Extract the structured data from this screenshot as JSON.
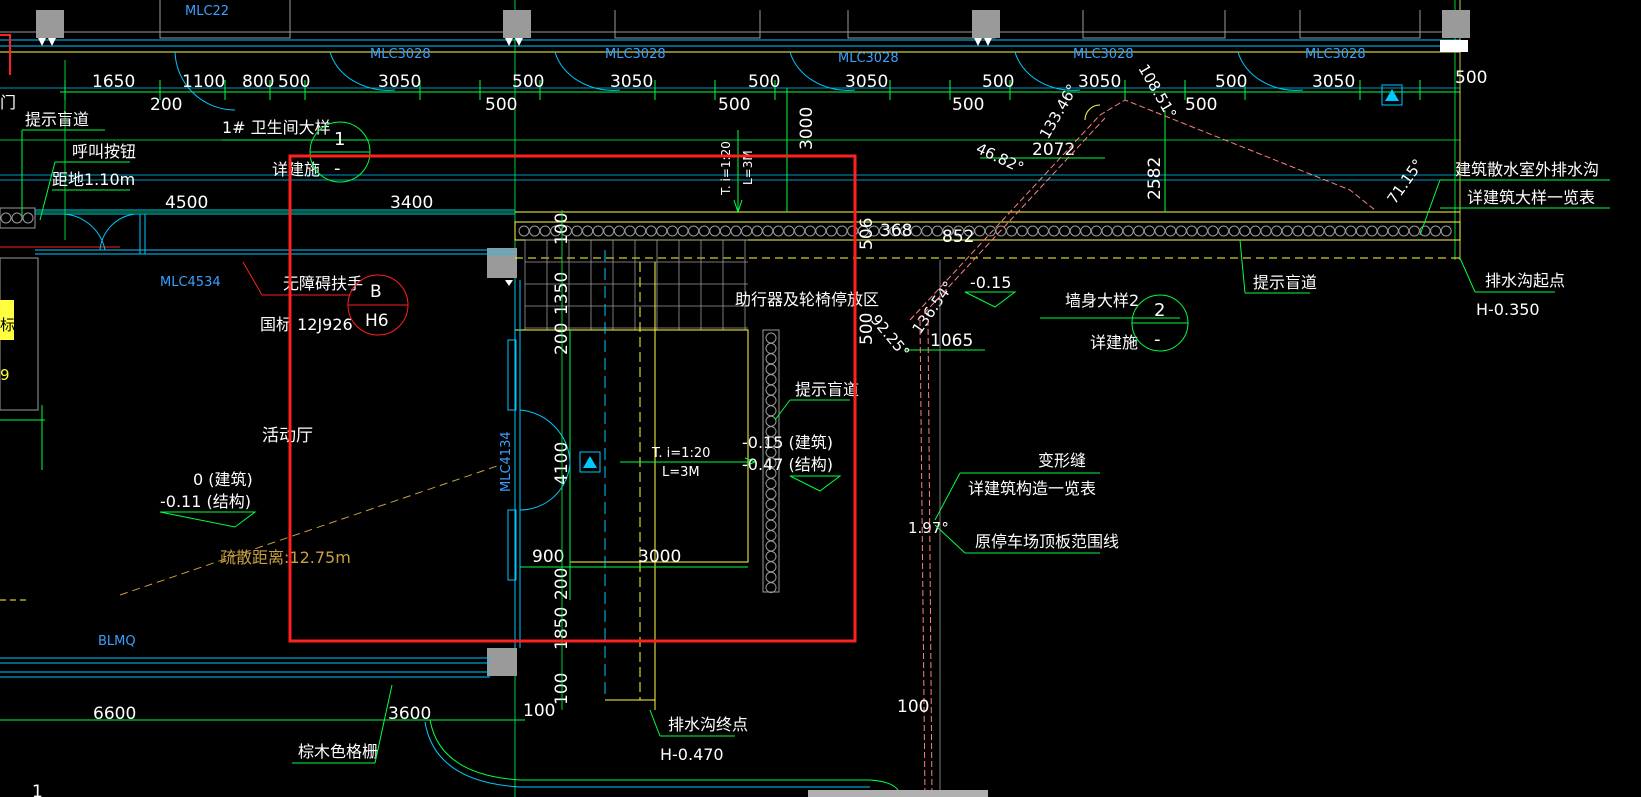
{
  "colors": {
    "background": "#000000",
    "cyan": "#00c8ff",
    "green": "#00ff40",
    "yellow": "#ffff40",
    "red": "#ff2020",
    "white": "#ffffff",
    "gray": "#9a9a9a",
    "blue_label": "#3aa0ff",
    "tan": "#c8a040",
    "pink": "#ff8080"
  },
  "window_labels": {
    "top_1": "MLC3028",
    "top_2": "MLC3028",
    "top_3": "MLC3028",
    "top_4": "MLC3028",
    "top_5": "MLC3028",
    "top_left": "MLC22",
    "left_wall": "MLC4534",
    "mid_wall": "MLC4134",
    "bottom_wall": "BLMQ"
  },
  "dims_top": {
    "d1650": "1650",
    "d1100": "1100",
    "d800": "800",
    "d500a": "500",
    "d3050a": "3050",
    "d500b": "500",
    "d3050b": "3050",
    "d500c": "500",
    "d3050c": "3050",
    "d500d": "500",
    "d3050d": "3050",
    "d500e": "500",
    "d3050e": "3050",
    "d500f": "500",
    "d200": "200",
    "d500g": "500",
    "d500h": "500",
    "d500i": "500",
    "d500j": "500"
  },
  "dims_mid": {
    "d4500": "4500",
    "d3400": "3400",
    "d3000v": "3000",
    "d2072": "2072",
    "d2582": "2582",
    "d368": "368",
    "d852": "852",
    "d506": "506",
    "d1065": "1065",
    "d500v": "500",
    "d100a": "100",
    "d1350a": "1350",
    "d200a": "200",
    "d4100": "4100",
    "d900": "900",
    "d3000": "3000",
    "d200b": "200",
    "d1850": "1850",
    "d100b": "100",
    "d6600": "6600",
    "d3600": "3600",
    "d100c": "100",
    "d100d": "100"
  },
  "angles": {
    "a133": "133.46°",
    "a108": "108.51°",
    "a46": "46.82°",
    "a71": "71.15°",
    "a136": "136.54°",
    "a92": "92.25°",
    "a197": "1.97°"
  },
  "slopes": {
    "s1": "T. i=1:20",
    "s1_len": "L=3M",
    "s2": "T. i=1:20",
    "s2_len": "L=3M"
  },
  "labels": {
    "door_left": "门",
    "tactile_left": "提示盲道",
    "call_button": "呼叫按钮",
    "height_above": "距地1.10m",
    "wc_detail": "1# 卫生间大样",
    "see_arch_1": "详建施",
    "detail1_num": "1",
    "detail1_dash": "-",
    "handrail": "无障碍扶手",
    "std_ref": "国标 12J926",
    "ref_b": "B",
    "ref_h6": "H6",
    "activity_hall": "活动厅",
    "elev_0": "0 (建筑)",
    "elev_011": "-0.11 (结构)",
    "evac_dist": "疏散距离:12.75m",
    "walker_area": "助行器及轮椅停放区",
    "tactile_mid": "提示盲道",
    "elev_015a": "-0.15 (建筑)",
    "elev_047": "-0.47 (结构)",
    "elev_015b": "-0.15",
    "tactile_right": "提示盲道",
    "drain_start": "排水沟起点",
    "h_0350": "H-0.350",
    "wall_detail": "墙身大样2",
    "see_arch_2": "详建施",
    "detail2_num": "2",
    "detail2_dash": "-",
    "drain_note": "建筑散水室外排水沟",
    "drain_see": "详建筑大样一览表",
    "expansion_joint": "变形缝",
    "see_construct": "详建筑构造一览表",
    "parking_line": "原停车场顶板范围线",
    "drain_end": "排水沟终点",
    "h_0470": "H-0.470",
    "grille": "棕木色格栅",
    "grid_1": "1",
    "left_edge_a": "标",
    "left_edge_b": "9"
  }
}
